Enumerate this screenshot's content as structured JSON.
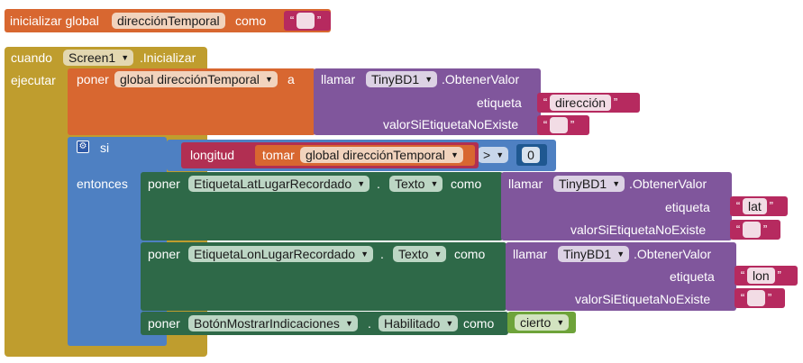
{
  "colors": {
    "variable_orange": "#d86730",
    "event_olive": "#bf9d2e",
    "call_purple": "#80569c",
    "setter_green": "#2e6948",
    "control_blue": "#4e80c2",
    "string_pink": "#b62a5f",
    "math_blue": "#1f5891",
    "list_red": "#b12f52",
    "logic_green": "#6ea33a"
  },
  "global_init": {
    "label": "inicializar global",
    "var_name": "direcciónTemporal",
    "as_label": "como",
    "value": ""
  },
  "event": {
    "when_label": "cuando",
    "component": "Screen1",
    "event_name": ".Inicializar",
    "do_label": "ejecutar"
  },
  "set_global": {
    "set_label": "poner",
    "var_name": "global direcciónTemporal",
    "to_label": "a",
    "call": {
      "call_label": "llamar",
      "component": "TinyBD1",
      "method": ".ObtenerValor",
      "tag_label": "etiqueta",
      "tag_value": "dirección",
      "default_label": "valorSiEtiquetaNoExiste",
      "default_value": ""
    }
  },
  "if_block": {
    "gear_icon": "gear-icon",
    "if_label": "si",
    "then_label": "entonces",
    "condition": {
      "length_label": "longitud",
      "get_label": "tomar",
      "get_var": "global direcciónTemporal",
      "operator": ">",
      "compare_value": "0"
    }
  },
  "setters": [
    {
      "set_label": "poner",
      "component": "EtiquetaLatLugarRecordado",
      "dot": ".",
      "property": "Texto",
      "to_label": "como",
      "call": {
        "call_label": "llamar",
        "component": "TinyBD1",
        "method": ".ObtenerValor",
        "tag_label": "etiqueta",
        "tag_value": "lat",
        "default_label": "valorSiEtiquetaNoExiste",
        "default_value": ""
      }
    },
    {
      "set_label": "poner",
      "component": "EtiquetaLonLugarRecordado",
      "dot": ".",
      "property": "Texto",
      "to_label": "como",
      "call": {
        "call_label": "llamar",
        "component": "TinyBD1",
        "method": ".ObtenerValor",
        "tag_label": "etiqueta",
        "tag_value": "lon",
        "default_label": "valorSiEtiquetaNoExiste",
        "default_value": ""
      }
    },
    {
      "set_label": "poner",
      "component": "BotónMostrarIndicaciones",
      "dot": ".",
      "property": "Habilitado",
      "to_label": "como",
      "bool_value": "cierto"
    }
  ],
  "dropdown_icon": "triangle-down-icon"
}
